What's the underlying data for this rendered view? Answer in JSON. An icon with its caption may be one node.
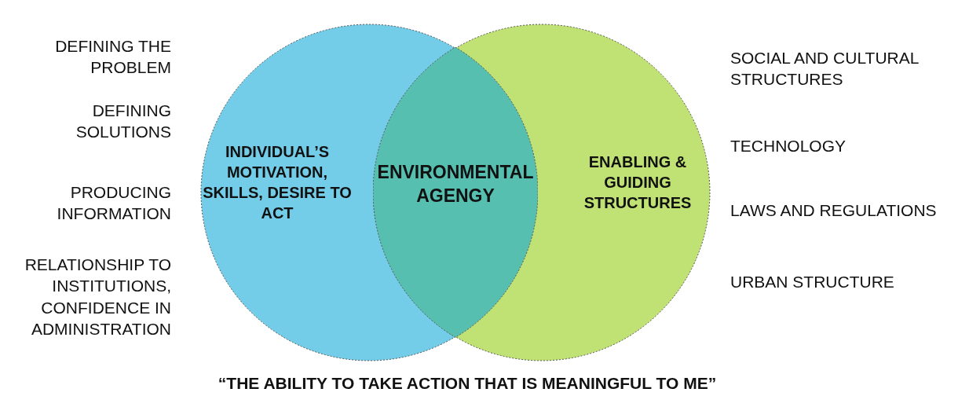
{
  "diagram": {
    "nodes": [
      {
        "text": [
          "INDIVIDUAL’S MOTIVATION, SKILLS, DESIRE TO ACT"
        ]
      },
      {
        "text": [
          "ENABLING & GUIDING STRUCTURES"
        ]
      },
      {
        "text": [
          "ENVIRONMENTAL AGENGY"
        ]
      }
    ],
    "edges": [],
    "labels": [
      "DEFINING THE PROBLEM",
      "DEFINING SOLUTIONS",
      "PRODUCING INFORMATION",
      "RELATIONSHIP TO INSTITUTIONS, CONFIDENCE IN ADMINISTRATION",
      "SOCIAL AND CULTURAL STRUCTURES",
      "TECHNOLOGY",
      "LAWS AND REGULATIONS",
      "URBAN STRUCTURE"
    ],
    "caption": "“THE ABILITY TO TAKE ACTION THAT IS MEANINGFUL TO ME”"
  }
}
